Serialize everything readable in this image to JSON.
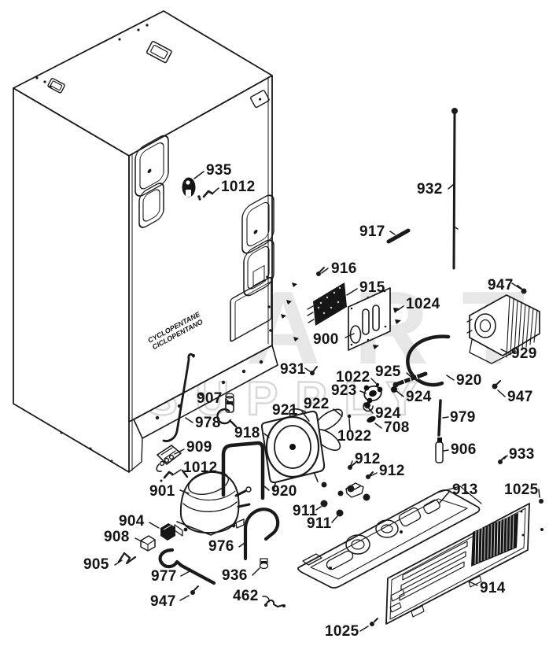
{
  "diagram": {
    "type": "exploded-parts-diagram",
    "subject": "refrigerator cabinet back and compressor compartment",
    "cabinet_marking_line1": "CYCLOPENTANE",
    "cabinet_marking_line2": "CICLOPENTANO"
  },
  "watermark": {
    "line1": "XPART",
    "line2": "SUPPLY",
    "accent_red": "#ee6262",
    "gray": "#e7e7e7"
  },
  "colors": {
    "line": "#1a1a1a",
    "background": "#ffffff"
  },
  "callouts": [
    {
      "part": "935"
    },
    {
      "part": "1012"
    },
    {
      "part": "932"
    },
    {
      "part": "917"
    },
    {
      "part": "916"
    },
    {
      "part": "915"
    },
    {
      "part": "1024"
    },
    {
      "part": "947"
    },
    {
      "part": "900"
    },
    {
      "part": "929"
    },
    {
      "part": "931"
    },
    {
      "part": "925"
    },
    {
      "part": "1022"
    },
    {
      "part": "923"
    },
    {
      "part": "920"
    },
    {
      "part": "924"
    },
    {
      "part": "924"
    },
    {
      "part": "922"
    },
    {
      "part": "921"
    },
    {
      "part": "708"
    },
    {
      "part": "1022"
    },
    {
      "part": "918"
    },
    {
      "part": "907"
    },
    {
      "part": "978"
    },
    {
      "part": "909"
    },
    {
      "part": "1012"
    },
    {
      "part": "901"
    },
    {
      "part": "904"
    },
    {
      "part": "908"
    },
    {
      "part": "905"
    },
    {
      "part": "976"
    },
    {
      "part": "977"
    },
    {
      "part": "936"
    },
    {
      "part": "462"
    },
    {
      "part": "947"
    },
    {
      "part": "920"
    },
    {
      "part": "912"
    },
    {
      "part": "912"
    },
    {
      "part": "911"
    },
    {
      "part": "911"
    },
    {
      "part": "913"
    },
    {
      "part": "1025"
    },
    {
      "part": "914"
    },
    {
      "part": "1025"
    },
    {
      "part": "979"
    },
    {
      "part": "906"
    },
    {
      "part": "933"
    },
    {
      "part": "947"
    }
  ]
}
